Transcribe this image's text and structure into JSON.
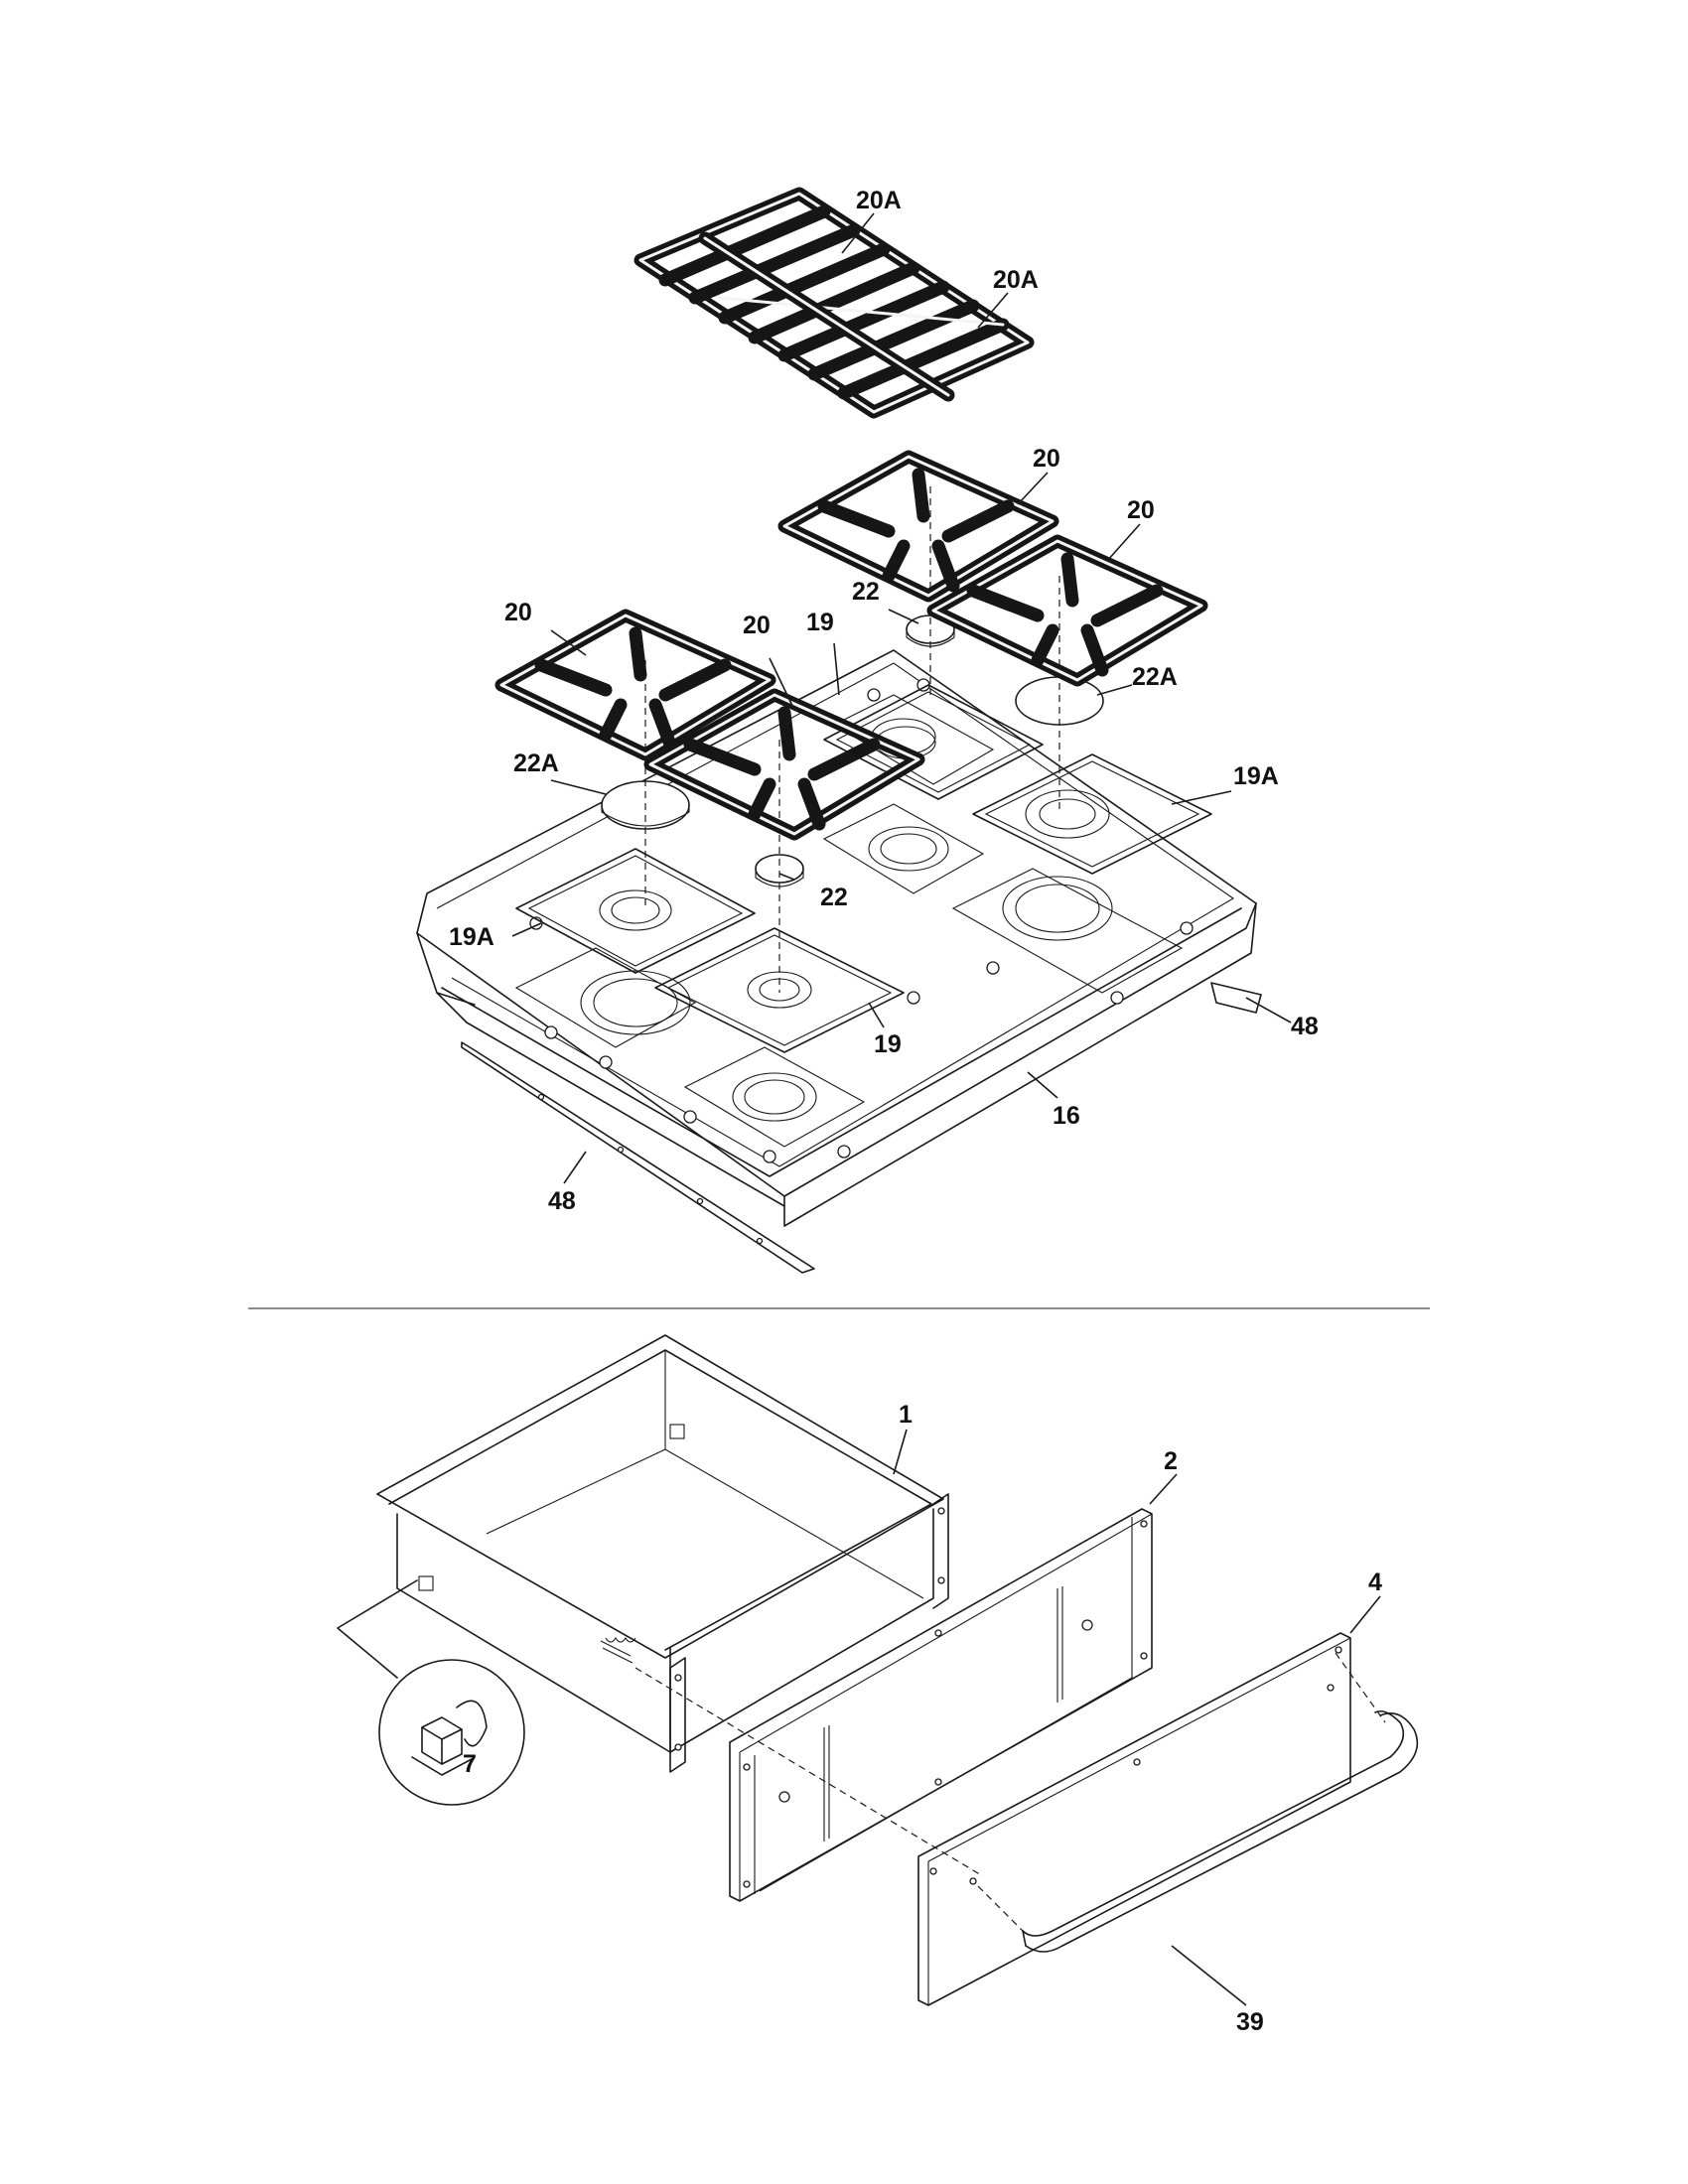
{
  "callouts": {
    "griddle_upper": "20A",
    "griddle_lower": "20A",
    "grate_rear_left": "20",
    "grate_rear_right": "20",
    "grate_front_left": "20",
    "grate_front_center": "20",
    "cap_rear_small": "22",
    "pan_rear": "19",
    "cap_rear_large": "22A",
    "cap_front_large": "22A",
    "pan_right": "19A",
    "cap_front_small": "22",
    "pan_left": "19A",
    "pan_front": "19",
    "trim_right": "48",
    "cooktop": "16",
    "trim_front": "48",
    "drawer_box": "1",
    "drawer_panel": "2",
    "drawer_front": "4",
    "drawer_switch": "7",
    "drawer_handle": "39"
  }
}
